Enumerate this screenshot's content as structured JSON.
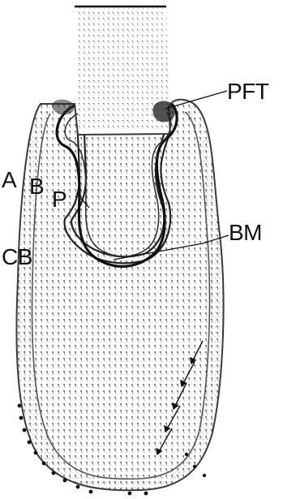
{
  "labels": {
    "pft": "PFT",
    "a": "A",
    "b": "B",
    "p": "P",
    "bm": "BM",
    "cb": "CB"
  }
}
